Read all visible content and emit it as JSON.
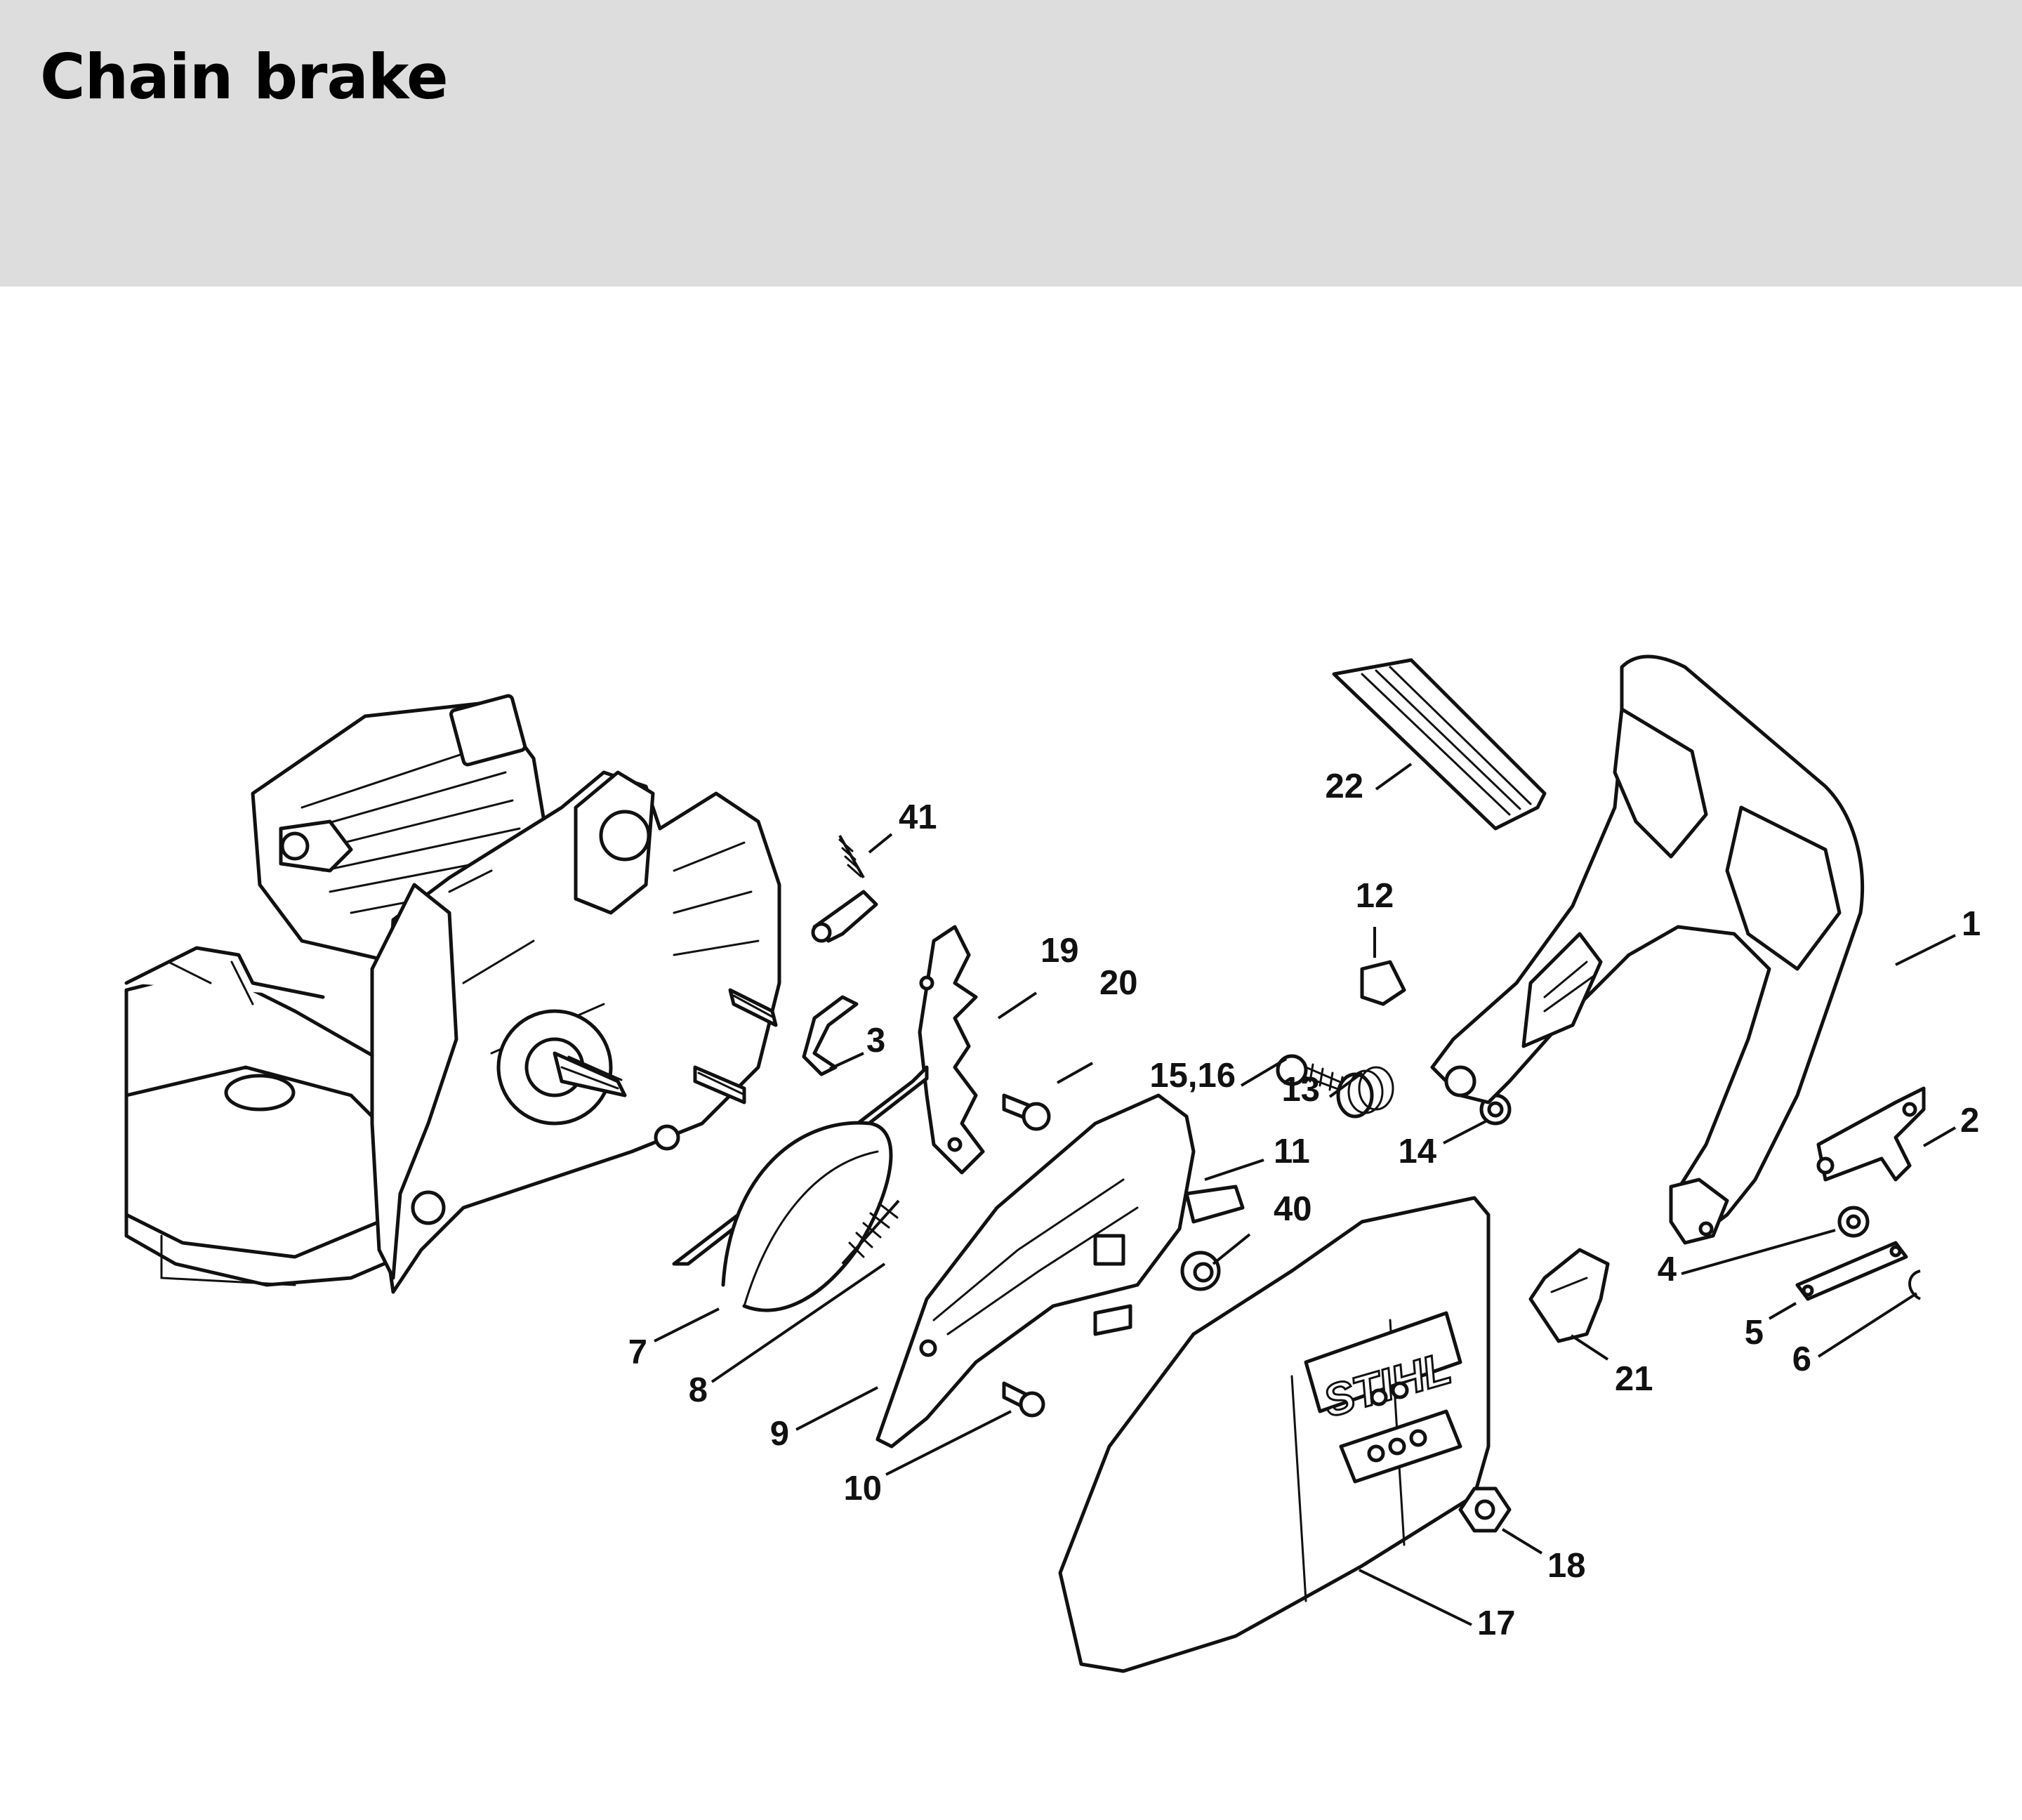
{
  "page": {
    "title": "Chain brake"
  },
  "diagram": {
    "brand_mark": "STIHL",
    "callouts": [
      "1",
      "2",
      "3",
      "4",
      "5",
      "6",
      "7",
      "8",
      "9",
      "10",
      "11",
      "12",
      "13",
      "14",
      "15,16",
      "17",
      "18",
      "19",
      "20",
      "21",
      "22",
      "40",
      "41"
    ],
    "colors": {
      "header_bg": "#dcdddc",
      "ink": "#111111",
      "paper": "#ffffff"
    }
  }
}
